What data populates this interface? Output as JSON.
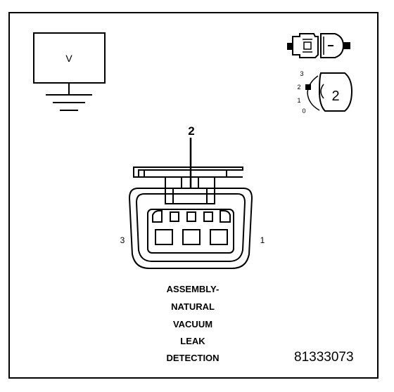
{
  "meter": {
    "label": "V"
  },
  "probe": {
    "depth_scale": [
      "3",
      "2",
      "1",
      "0"
    ],
    "selected": "2"
  },
  "connector": {
    "probe_terminal": "2",
    "left_terminal": "3",
    "right_terminal": "1"
  },
  "caption_lines": [
    "ASSEMBLY-",
    "NATURAL",
    "VACUUM",
    "LEAK",
    "DETECTION"
  ],
  "figure_code": "81333073"
}
